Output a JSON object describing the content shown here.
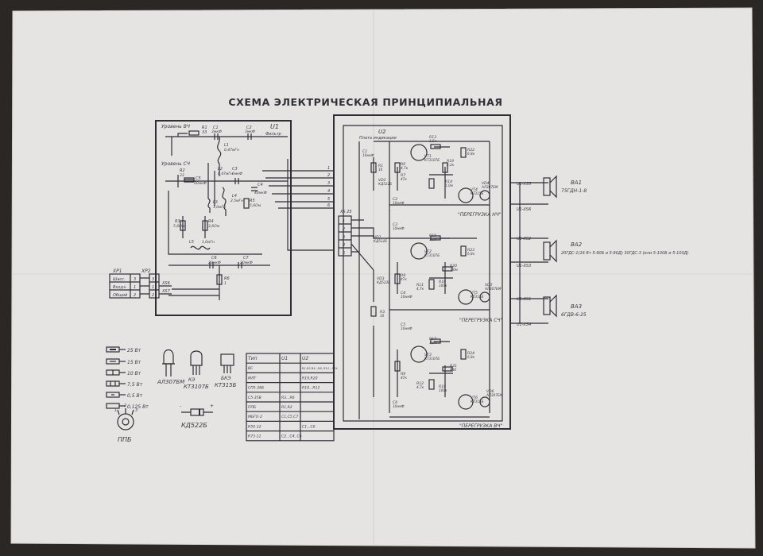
{
  "title": "СХЕМА ЭЛЕКТРИЧЕСКАЯ ПРИНЦИПИАЛЬНАЯ",
  "board_u1": {
    "label": "U1",
    "sublabel": "Фильтр",
    "level_hf": "Уровень ВЧ",
    "level_mf": "Уровень СЧ",
    "components": [
      {
        "ref": "R1",
        "value": "33"
      },
      {
        "ref": "C1",
        "value": "3мкФ"
      },
      {
        "ref": "C2",
        "value": "3мкФ"
      },
      {
        "ref": "L1",
        "value": "0,47мГн"
      },
      {
        "ref": "R2",
        "value": "33"
      },
      {
        "ref": "C3",
        "value": "6мкФ"
      },
      {
        "ref": "L2",
        "value": "0,47мГн"
      },
      {
        "ref": "C4",
        "value": "40мкФ"
      },
      {
        "ref": "C5",
        "value": "20мкФ"
      },
      {
        "ref": "L4",
        "value": "2,5мГн"
      },
      {
        "ref": "L3",
        "value": "1,0мГн"
      },
      {
        "ref": "R3",
        "value": "5,6Ом"
      },
      {
        "ref": "R4",
        "value": "3,6Ом"
      },
      {
        "ref": "R5",
        "value": "5,6Ом"
      },
      {
        "ref": "L5",
        "value": "1,0мГн"
      },
      {
        "ref": "C6",
        "value": "20мкФ"
      },
      {
        "ref": "C7",
        "value": "20мкФ"
      },
      {
        "ref": "R6",
        "value": "1"
      }
    ],
    "pins": [
      "1",
      "2",
      "3",
      "4",
      "5",
      "6"
    ]
  },
  "board_u2": {
    "label": "U2",
    "sublabel": "Плата индикации",
    "connector": "XS 25",
    "pins": [
      "1",
      "2",
      "3",
      "4",
      "5"
    ],
    "overload_lf": "\"ПЕРЕГРУЗКА НЧ\"",
    "overload_mf": "\"ПЕРЕГРУЗКА СЧ\"",
    "overload_hf": "\"ПЕРЕГРУЗКА ВЧ\"",
    "components": [
      {
        "ref": "C1",
        "value": "10мкФ"
      },
      {
        "ref": "R1",
        "value": "10"
      },
      {
        "ref": "VD2",
        "value": "КД522Б"
      },
      {
        "ref": "R6",
        "value": "4,7к"
      },
      {
        "ref": "R7",
        "value": "47к"
      },
      {
        "ref": "C2",
        "value": "10мкФ"
      },
      {
        "ref": "R13",
        "value": "1,5к"
      },
      {
        "ref": "VT1",
        "value": "КТ3107Б"
      },
      {
        "ref": "R22",
        "value": "6,8к"
      },
      {
        "ref": "R19",
        "value": "2,2к"
      },
      {
        "ref": "R14",
        "value": "1,0м"
      },
      {
        "ref": "VT4",
        "value": "КТ315Б"
      },
      {
        "ref": "VD4",
        "value": "АЛ307БМ"
      },
      {
        "ref": "C3",
        "value": "10мкФ"
      },
      {
        "ref": "VD1",
        "value": "КД522Б"
      },
      {
        "ref": "R15",
        "value": "1,5к"
      },
      {
        "ref": "VT2",
        "value": "КТ3107Б"
      },
      {
        "ref": "R23",
        "value": "6,8к"
      },
      {
        "ref": "R20",
        "value": "1,0м"
      },
      {
        "ref": "R8",
        "value": "47к"
      },
      {
        "ref": "VD3",
        "value": "КД522Б"
      },
      {
        "ref": "R11",
        "value": "4,7к"
      },
      {
        "ref": "R16",
        "value": "100к"
      },
      {
        "ref": "C4",
        "value": "10мкФ"
      },
      {
        "ref": "VT5",
        "value": "КТ315Б"
      },
      {
        "ref": "VD5",
        "value": "АЛ307БМ"
      },
      {
        "ref": "R3",
        "value": "10"
      },
      {
        "ref": "C5",
        "value": "10мкФ"
      },
      {
        "ref": "R17",
        "value": "1,5к"
      },
      {
        "ref": "VT3",
        "value": "КТ3107Б"
      },
      {
        "ref": "R24",
        "value": "6,8к"
      },
      {
        "ref": "R21",
        "value": "680"
      },
      {
        "ref": "R9",
        "value": "47к"
      },
      {
        "ref": "R12",
        "value": "4,7к"
      },
      {
        "ref": "R18",
        "value": "100к"
      },
      {
        "ref": "C6",
        "value": "10мкФ"
      },
      {
        "ref": "VT6",
        "value": "КТ315Б"
      },
      {
        "ref": "VD6",
        "value": "АЛ307БМ"
      }
    ]
  },
  "input": {
    "xp1": "XP1",
    "xp2": "XP2",
    "rows": [
      {
        "label": "Шасс.",
        "pin": "3"
      },
      {
        "label": "Вход+",
        "pin": "1"
      },
      {
        "label": "Общий",
        "pin": "2"
      }
    ],
    "xs6": "XS6",
    "xs7": "XS7"
  },
  "speakers": [
    {
      "ref": "BA1",
      "model": "75ГДН-1-8",
      "pins": [
        "U1-XS5",
        "U1-XS6"
      ]
    },
    {
      "ref": "BA2",
      "model": "20ГДС-1(16 Вт 5-90Б и 5-90Д) 30ГДС-3 (или 5-100Б и 5-100Д)",
      "pins": [
        "U1-XS2",
        "U1-XS3"
      ]
    },
    {
      "ref": "BA3",
      "model": "6ГДВ-6-25",
      "pins": [
        "U1-XS1",
        "U1-XS4"
      ]
    }
  ],
  "resistor_legend": [
    "25 Вт",
    "15 Вт",
    "10 Вт",
    "7,5 Вт",
    "0,5 Вт",
    "0,125 Вт"
  ],
  "parts": [
    {
      "name": "АЛ307БМ"
    },
    {
      "name": "КТ3107Б",
      "prefix": "КЭ"
    },
    {
      "name": "КТ315Б",
      "prefix": "БКЭ"
    },
    {
      "name": "КД522Б"
    },
    {
      "name": "ППБ"
    }
  ],
  "ppb_pins": [
    "1",
    "2",
    "3"
  ],
  "parts_table": {
    "headers": [
      "Тип",
      "U1",
      "U2"
    ],
    "rows": [
      [
        "ВС",
        "",
        "R1,R3,R4...R9, R11...R24"
      ],
      [
        "МЛТ",
        "",
        "R19,R20"
      ],
      [
        "СП5-38Б",
        "",
        "R10...R12"
      ],
      [
        "С5-35В",
        "R3...R6",
        ""
      ],
      [
        "ППБ",
        "R1,R2",
        ""
      ],
      [
        "МБГО-2",
        "C1,C5,C7",
        ""
      ],
      [
        "К50-12",
        "",
        "C1...C6"
      ],
      [
        "К73-11",
        "C2...C4, C6",
        ""
      ]
    ]
  }
}
